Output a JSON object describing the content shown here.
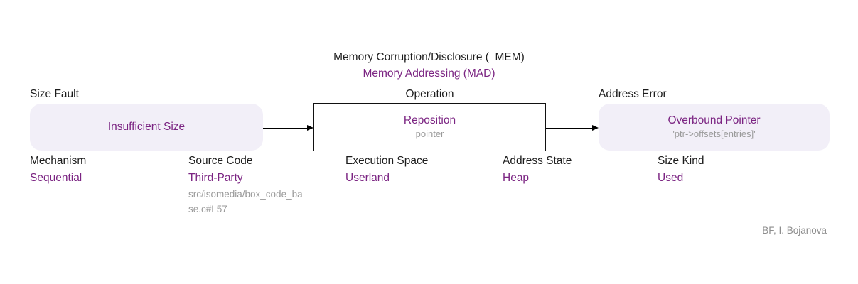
{
  "title": "Memory Corruption/Disclosure (_MEM)",
  "subtitle": "Memory Addressing (MAD)",
  "colors": {
    "accent": "#7b2482",
    "node_background": "#f2eff8",
    "muted_text": "#9a9a9a",
    "ink": "#1c1c1c"
  },
  "flow": {
    "fault": {
      "label": "Size Fault",
      "value": "Insufficient Size"
    },
    "operation": {
      "label": "Operation",
      "value": "Reposition",
      "operand": "pointer"
    },
    "error": {
      "label": "Address Error",
      "value": "Overbound Pointer",
      "detail": "'ptr->offsets[entries]'"
    }
  },
  "attributes": [
    {
      "label": "Mechanism",
      "value": "Sequential"
    },
    {
      "label": "Source Code",
      "value": "Third-Party",
      "note_lines": [
        "src/isomedia/box_code_ba",
        "se.c#L57"
      ]
    },
    {
      "label": "Execution Space",
      "value": "Userland"
    },
    {
      "label": "Address State",
      "value": "Heap"
    },
    {
      "label": "Size Kind",
      "value": "Used"
    }
  ],
  "footer": "BF, I. Bojanova"
}
